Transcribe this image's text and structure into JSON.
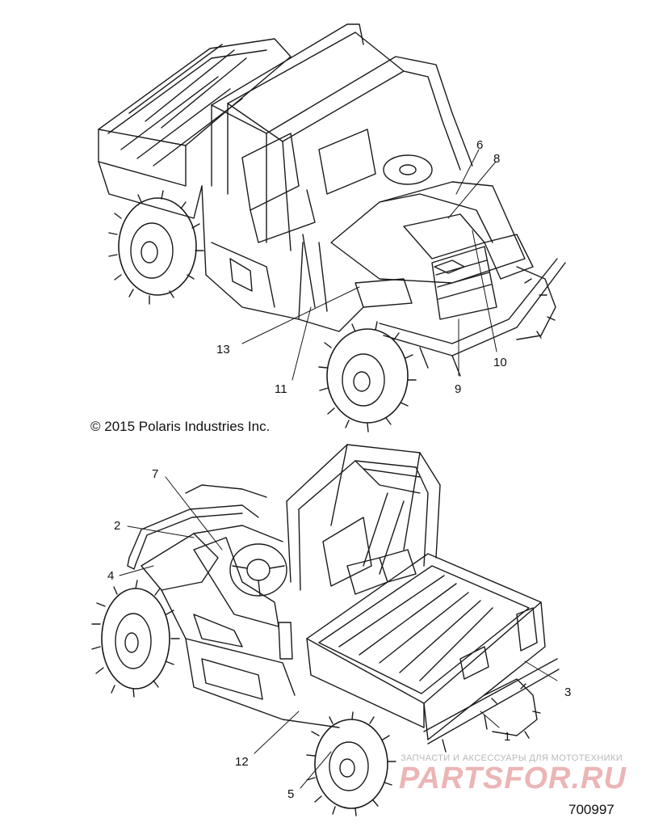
{
  "copyright": "© 2015 Polaris Industries Inc.",
  "part_number": "700997",
  "watermark": {
    "subtitle": "ЗАПЧАСТИ И АКСЕССУАРЫ ДЛЯ МОТОТЕХНИКИ",
    "logo": "PARTSFOR.RU"
  },
  "callouts": [
    "1",
    "2",
    "3",
    "4",
    "5",
    "6",
    "7",
    "8",
    "9",
    "10",
    "11",
    "12",
    "13"
  ]
}
